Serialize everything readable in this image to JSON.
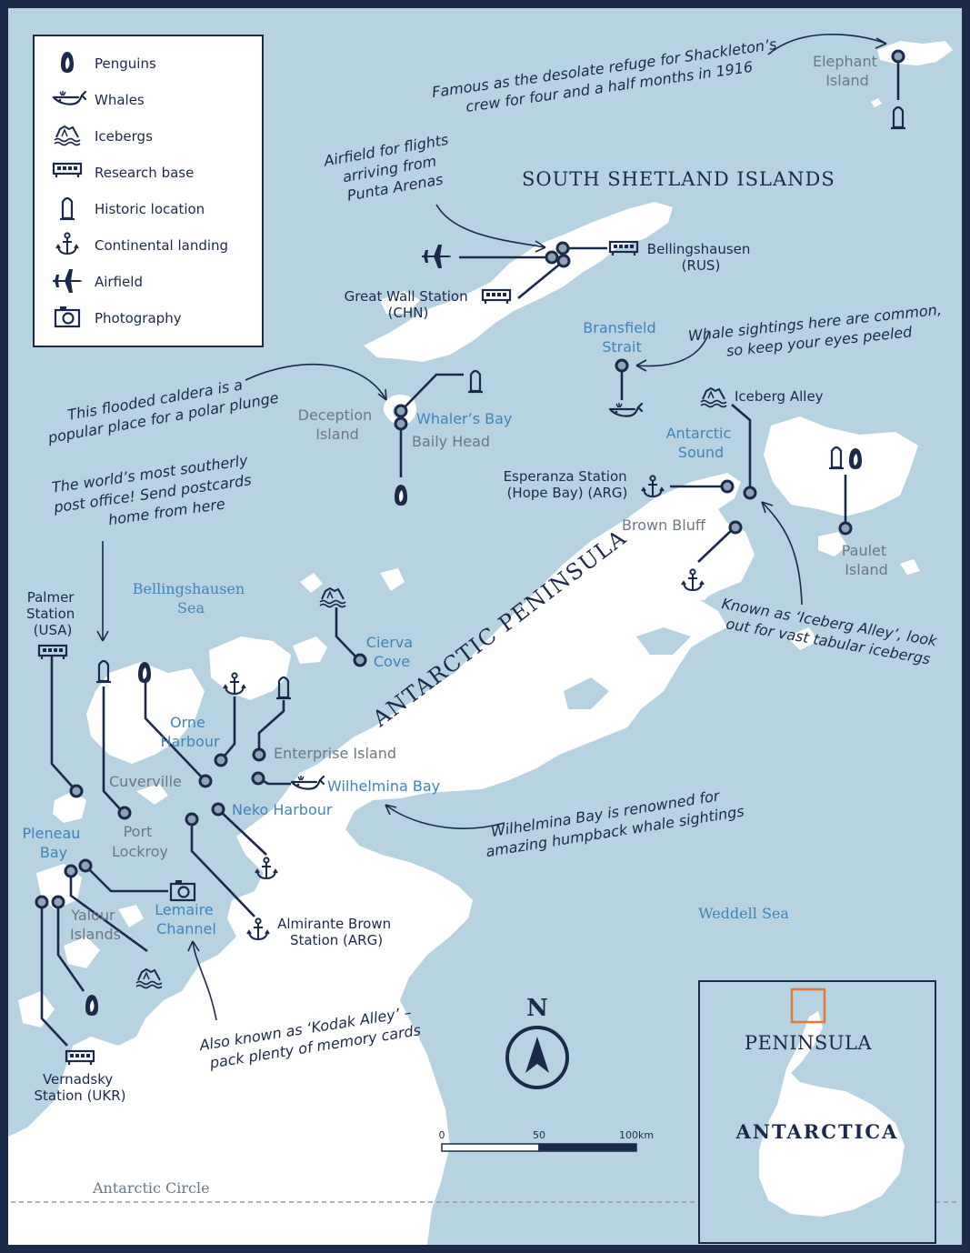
{
  "legend": {
    "items": [
      {
        "icon": "penguin-icon",
        "label": "Penguins"
      },
      {
        "icon": "whale-icon",
        "label": "Whales"
      },
      {
        "icon": "iceberg-icon",
        "label": "Icebergs"
      },
      {
        "icon": "research-base-icon",
        "label": "Research base"
      },
      {
        "icon": "historic-location-icon",
        "label": "Historic location"
      },
      {
        "icon": "anchor-icon",
        "label": "Continental landing"
      },
      {
        "icon": "airplane-icon",
        "label": "Airfield"
      },
      {
        "icon": "camera-icon",
        "label": "Photography"
      }
    ]
  },
  "regions": {
    "south_shetland": "SOUTH SHETLAND ISLANDS",
    "antarctic_peninsula": "ANTARCTIC PENINSULA",
    "bellingshausen_sea": [
      "Bellingshausen",
      "Sea"
    ],
    "weddell_sea": "Weddell Sea",
    "antarctic_circle": "Antarctic Circle"
  },
  "places": {
    "elephant_island": [
      "Elephant",
      "Island"
    ],
    "bellingshausen_station": [
      "Bellingshausen",
      "(RUS)"
    ],
    "great_wall_station": [
      "Great Wall Station",
      "(CHN)"
    ],
    "bransfield_strait": [
      "Bransfield",
      "Strait"
    ],
    "iceberg_alley": "Iceberg Alley",
    "antarctic_sound": [
      "Antarctic",
      "Sound"
    ],
    "deception_island": [
      "Deception",
      "Island"
    ],
    "whalers_bay": "Whaler’s Bay",
    "baily_head": "Baily Head",
    "esperanza_station": [
      "Esperanza Station",
      "(Hope Bay) (ARG)"
    ],
    "brown_bluff": "Brown Bluff",
    "paulet_island": [
      "Paulet",
      "Island"
    ],
    "palmer_station": [
      "Palmer",
      "Station",
      "(USA)"
    ],
    "cierva_cove": [
      "Cierva",
      "Cove"
    ],
    "orne_harbour": [
      "Orne",
      "Harbour"
    ],
    "enterprise_island": "Enterprise Island",
    "wilhelmina_bay": "Wilhelmina Bay",
    "cuverville": "Cuverville",
    "neko_harbour": "Neko Harbour",
    "port_lockroy": [
      "Port",
      "Lockroy"
    ],
    "pleneau_bay": [
      "Pleneau",
      "Bay"
    ],
    "yalour_islands": [
      "Yalour",
      "Islands"
    ],
    "lemaire_channel": [
      "Lemaire",
      "Channel"
    ],
    "almirante_brown": [
      "Almirante Brown",
      "Station (ARG)"
    ],
    "vernadsky_station": [
      "Vernadsky",
      "Station (UKR)"
    ]
  },
  "annotations": {
    "elephant": [
      "Famous as the desolate refuge for Shackleton’s",
      "crew for four and a half months in 1916"
    ],
    "airfield": [
      "Airfield for flights",
      "arriving from",
      "Punta Arenas"
    ],
    "whale_sightings": [
      "Whale sightings here are common,",
      "so keep your eyes peeled"
    ],
    "caldera": [
      "This flooded caldera is a",
      "popular place for a polar plunge"
    ],
    "post_office": [
      "The world’s most southerly",
      "post office! Send postcards",
      "home from here"
    ],
    "iceberg_alley": [
      "Known as ‘Iceberg Alley’, look",
      "out for vast tabular icebergs"
    ],
    "wilhelmina": [
      "Wilhelmina Bay is renowned for",
      "amazing humpback whale sightings"
    ],
    "kodak": [
      "Also known as ‘Kodak Alley’ –",
      "pack plenty of memory cards"
    ]
  },
  "compass": {
    "north": "N"
  },
  "scale_bar": {
    "ticks": [
      "0",
      "50",
      "100km"
    ]
  },
  "inset": {
    "peninsula": "PENINSULA",
    "antarctica": "ANTARCTICA"
  },
  "colors": {
    "sea": "#b7d2e1",
    "land": "#ffffff",
    "navy": "#1b2a4a",
    "light_label": "#3e85b9",
    "grey_label": "#6b7886",
    "inset_highlight": "#e07a3a"
  }
}
